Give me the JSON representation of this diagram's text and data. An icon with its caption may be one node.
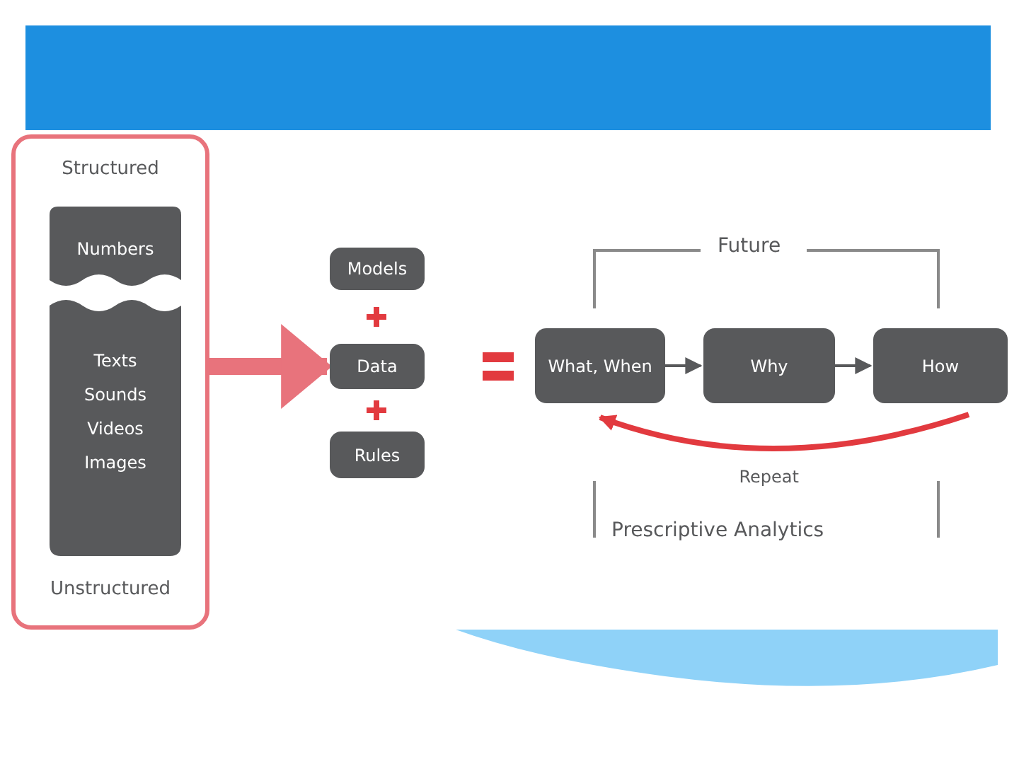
{
  "diagram": {
    "nodes": [
      {
        "text": [
          "Structured",
          "Unstructured"
        ]
      },
      {
        "text": [
          "Numbers"
        ],
        "in": 0
      },
      {
        "text": [
          "Texts",
          "Sounds",
          "Videos",
          "Images"
        ],
        "in": 0
      },
      {
        "text": [
          "Models"
        ]
      },
      {
        "text": [
          "Data"
        ]
      },
      {
        "text": [
          "Rules"
        ]
      },
      {
        "text": [
          "What, When"
        ]
      },
      {
        "text": [
          "Why"
        ]
      },
      {
        "text": [
          "How"
        ]
      }
    ],
    "edges": [
      {
        "from": 0,
        "to": 4,
        "arrow": "to",
        "style": "thick",
        "color": "#e8737c"
      },
      {
        "from": 6,
        "to": 7,
        "arrow": "to"
      },
      {
        "from": 7,
        "to": 8,
        "arrow": "to"
      },
      {
        "from": 8,
        "to": 6,
        "arrow": "to",
        "label": "Repeat",
        "style": "thick",
        "color": "#e23a3f"
      }
    ],
    "labels": [
      "Future",
      "Prescriptive Analytics"
    ]
  }
}
